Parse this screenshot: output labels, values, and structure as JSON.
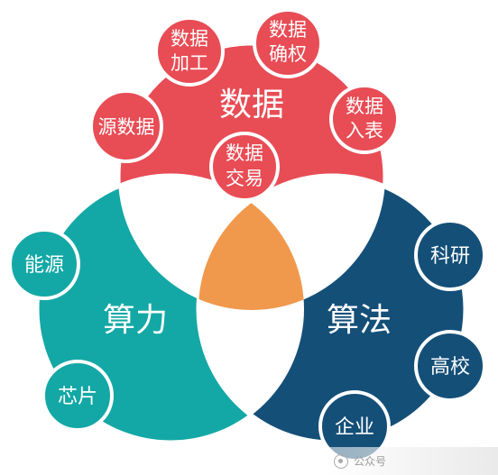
{
  "colors": {
    "data": "#e84c55",
    "compute": "#13a8a5",
    "algorithm": "#144f78",
    "center": "#f0994d",
    "border": "#ffffff"
  },
  "main": {
    "data_label": "数据",
    "compute_label": "算力",
    "algorithm_label": "算法"
  },
  "satellites": {
    "data_processing": [
      "数据",
      "加工"
    ],
    "data_rights": [
      "数据",
      "确权"
    ],
    "source_data": "源数据",
    "data_listing": [
      "数据",
      "入表"
    ],
    "data_trading": [
      "数据",
      "交易"
    ],
    "energy": "能源",
    "chip": "芯片",
    "research": "科研",
    "university": "高校",
    "enterprise": "企业"
  },
  "watermark": {
    "text": "公众号"
  }
}
